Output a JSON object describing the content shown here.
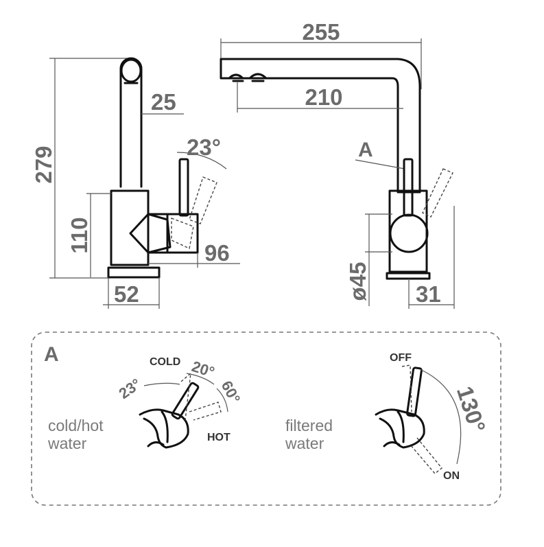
{
  "side_view": {
    "height_total": "279",
    "spout_width": "25",
    "lever_angle": "23°",
    "body_height": "110",
    "handle_reach": "96",
    "base_diameter": "52"
  },
  "front_view": {
    "total_reach": "255",
    "spout_reach": "210",
    "detail_marker": "A",
    "body_diameter": "ø45",
    "lever_offset": "31"
  },
  "detail": {
    "title": "A",
    "left": {
      "caption_line1": "cold/hot",
      "caption_line2": "water",
      "cold_label": "COLD",
      "hot_label": "HOT",
      "angle_tilt": "23°",
      "angle_cold": "20°",
      "angle_hot": "60°"
    },
    "right": {
      "caption_line1": "filtered",
      "caption_line2": "water",
      "off_label": "OFF",
      "on_label": "ON",
      "angle_range": "130°"
    }
  }
}
